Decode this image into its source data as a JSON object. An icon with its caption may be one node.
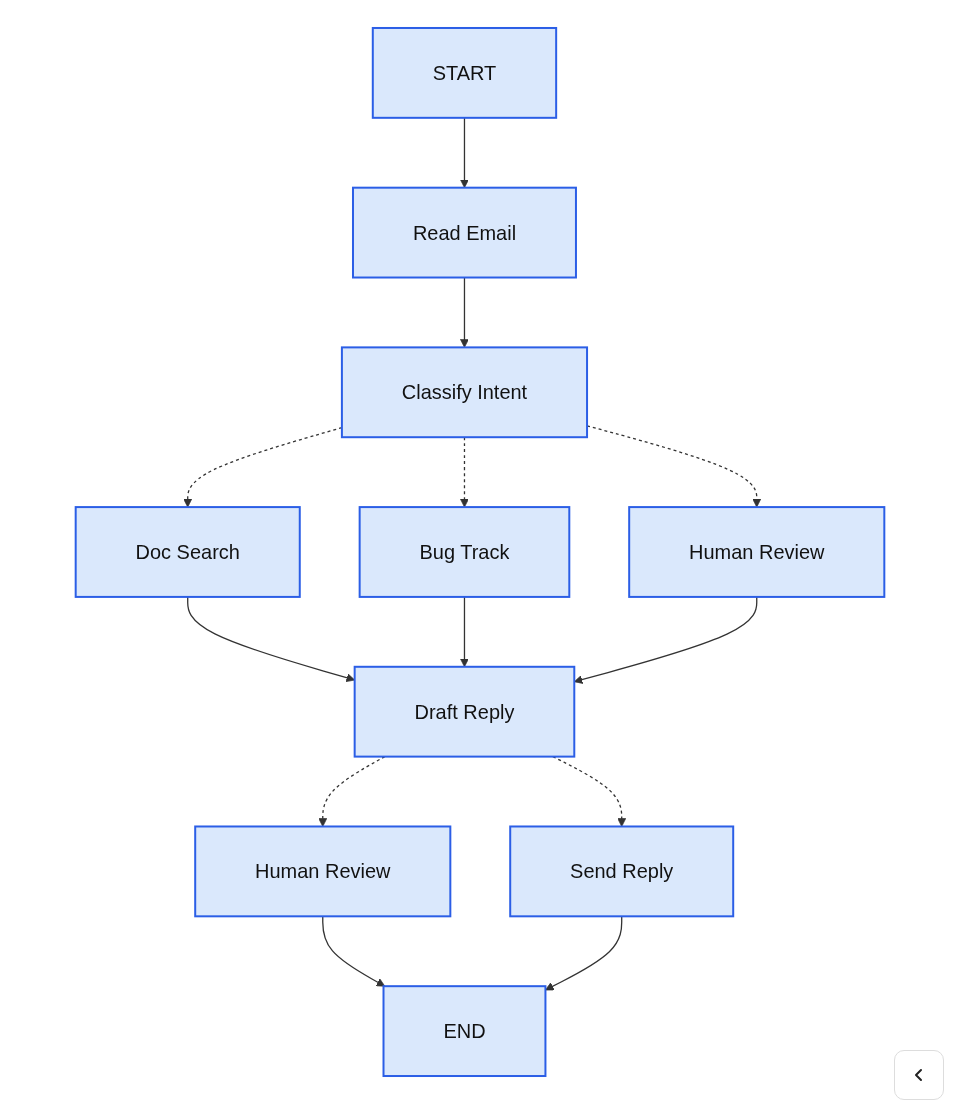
{
  "diagram": {
    "nodes": [
      {
        "text": [
          "START"
        ]
      },
      {
        "text": [
          "Read Email"
        ]
      },
      {
        "text": [
          "Classify Intent"
        ]
      },
      {
        "text": [
          "Doc Search"
        ]
      },
      {
        "text": [
          "Bug Track"
        ]
      },
      {
        "text": [
          "Human Review"
        ]
      },
      {
        "text": [
          "Draft Reply"
        ]
      },
      {
        "text": [
          "Human Review"
        ]
      },
      {
        "text": [
          "Send Reply"
        ]
      },
      {
        "text": [
          "END"
        ]
      }
    ],
    "edges": [
      {
        "from": 0,
        "to": 1,
        "arrow": "to"
      },
      {
        "from": 1,
        "to": 2,
        "arrow": "to"
      },
      {
        "from": 2,
        "to": 3,
        "arrow": "to",
        "style": "dashed"
      },
      {
        "from": 2,
        "to": 4,
        "arrow": "to",
        "style": "dashed"
      },
      {
        "from": 2,
        "to": 5,
        "arrow": "to",
        "style": "dashed"
      },
      {
        "from": 3,
        "to": 6,
        "arrow": "to"
      },
      {
        "from": 4,
        "to": 6,
        "arrow": "to"
      },
      {
        "from": 5,
        "to": 6,
        "arrow": "to"
      },
      {
        "from": 6,
        "to": 7,
        "arrow": "to",
        "style": "dashed"
      },
      {
        "from": 6,
        "to": 8,
        "arrow": "to",
        "style": "dashed"
      },
      {
        "from": 7,
        "to": 9,
        "arrow": "to"
      },
      {
        "from": 8,
        "to": 9,
        "arrow": "to"
      }
    ]
  }
}
